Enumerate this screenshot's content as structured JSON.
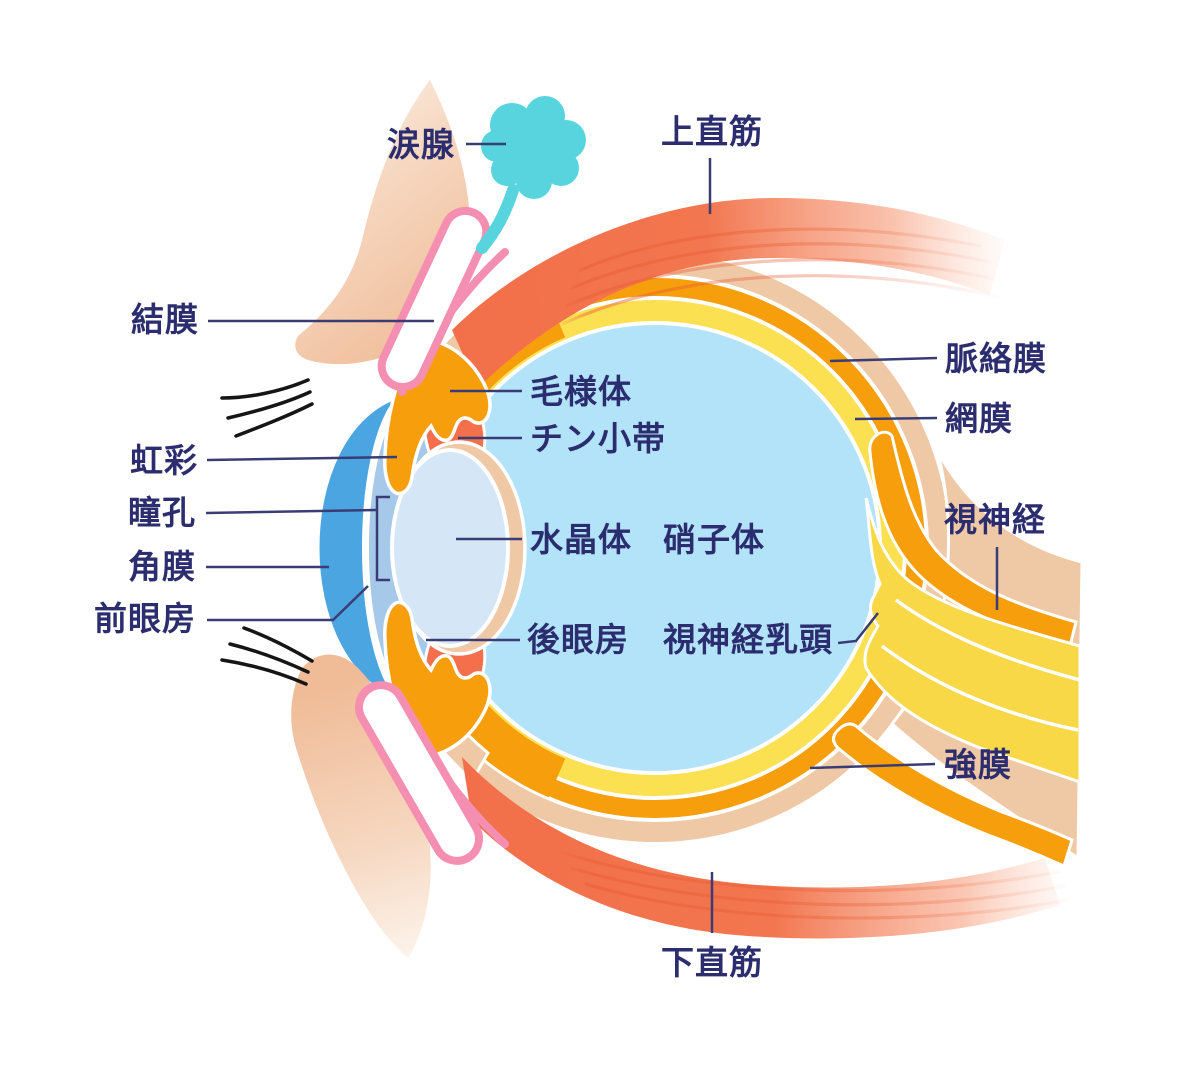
{
  "labels": {
    "lacrimal_gland": "涙腺",
    "superior_rectus": "上直筋",
    "conjunctiva": "結膜",
    "iris": "虹彩",
    "pupil": "瞳孔",
    "cornea": "角膜",
    "anterior_chamber": "前眼房",
    "ciliary_body": "毛様体",
    "zonule": "チン小帯",
    "lens": "水晶体",
    "vitreous_body": "硝子体",
    "posterior_chamber": "後眼房",
    "optic_disc": "視神経乳頭",
    "choroid": "脈絡膜",
    "retina": "網膜",
    "optic_nerve": "視神経",
    "sclera": "強膜",
    "inferior_rectus": "下直筋"
  },
  "colors": {
    "label_text": "#2b2d6e",
    "sclera_beige": "#efc8a5",
    "choroid_orange": "#f69e0c",
    "retina_yellow": "#fbe052",
    "vitreous_blue": "#b3e3f9",
    "cornea_blue": "#4ba5e0",
    "anterior_chamber_blue": "#a6c9ea",
    "lens_blue": "#d5e6f6",
    "zonule_salmon": "#f4704c",
    "muscle_red": "#f2714b",
    "eyelid_peach": "#f0bd9a",
    "conjunctiva_pink": "#f58fb2",
    "lacrimal_teal": "#57d4dd",
    "optic_nerve_yellow": "#f8d847"
  }
}
